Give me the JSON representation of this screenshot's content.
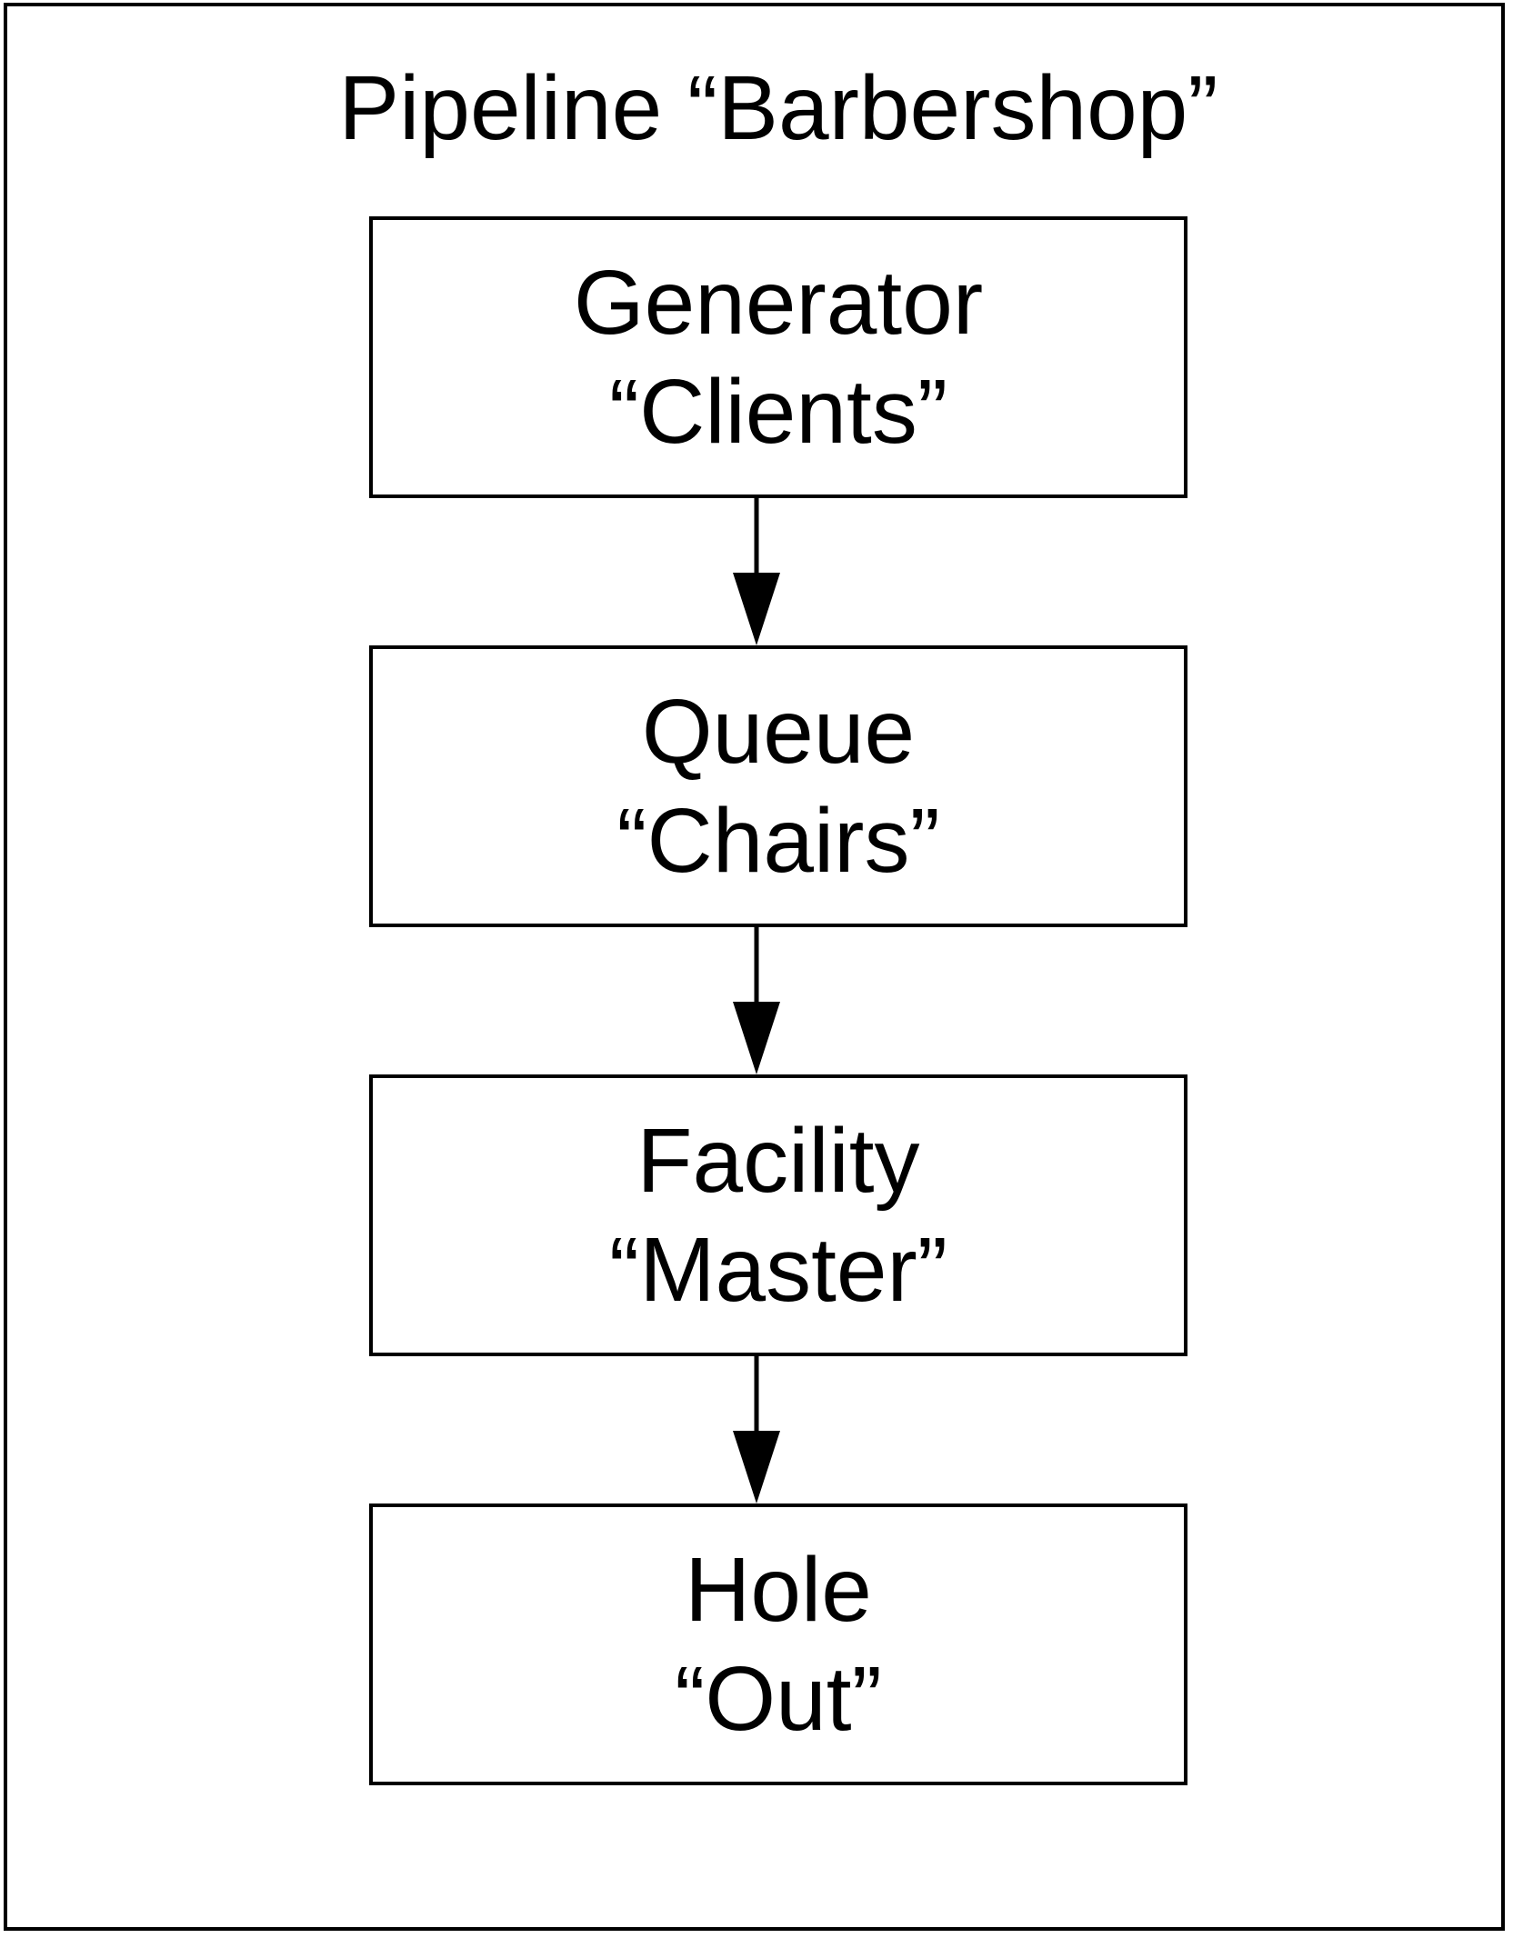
{
  "diagram": {
    "title": "Pipeline “Barbershop”",
    "nodes": [
      {
        "type": "Generator",
        "name": "“Clients”"
      },
      {
        "type": "Queue",
        "name": "“Chairs”"
      },
      {
        "type": "Facility",
        "name": "“Master”"
      },
      {
        "type": "Hole",
        "name": "“Out”"
      }
    ],
    "edges": [
      {
        "from": "Generator",
        "to": "Queue"
      },
      {
        "from": "Queue",
        "to": "Facility"
      },
      {
        "from": "Facility",
        "to": "Hole"
      }
    ],
    "colors": {
      "stroke": "#000000",
      "background": "#ffffff"
    }
  }
}
